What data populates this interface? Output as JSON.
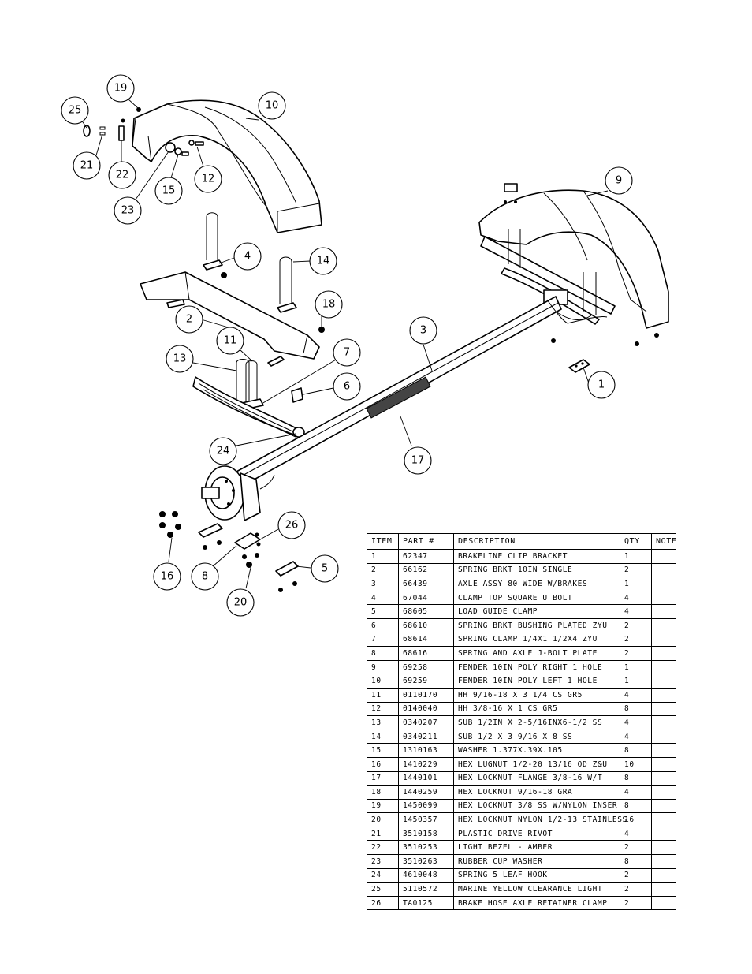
{
  "callouts": [
    "19",
    "10",
    "25",
    "21",
    "22",
    "23",
    "15",
    "12",
    "9",
    "4",
    "14",
    "18",
    "2",
    "3",
    "11",
    "13",
    "7",
    "6",
    "1",
    "24",
    "17",
    "26",
    "16",
    "8",
    "5",
    "20"
  ],
  "table": {
    "headers": [
      "ITEM",
      "PART #",
      "DESCRIPTION",
      "QTY",
      "NOTE"
    ],
    "rows": [
      [
        "1",
        "62347",
        "BRAKELINE CLIP BRACKET",
        "1",
        ""
      ],
      [
        "2",
        "66162",
        "SPRING BRKT  10IN SINGLE",
        "2",
        ""
      ],
      [
        "3",
        "66439",
        "AXLE ASSY 80 WIDE W/BRAKES",
        "1",
        ""
      ],
      [
        "4",
        "67044",
        "CLAMP TOP SQUARE U BOLT",
        "4",
        ""
      ],
      [
        "5",
        "68605",
        "LOAD GUIDE CLAMP",
        "4",
        ""
      ],
      [
        "6",
        "68610",
        "SPRING BRKT BUSHING PLATED ZYU",
        "2",
        ""
      ],
      [
        "7",
        "68614",
        "SPRING CLAMP   1/4X1 1/2X4  ZYU",
        "2",
        ""
      ],
      [
        "8",
        "68616",
        "SPRING AND AXLE J-BOLT PLATE",
        "2",
        ""
      ],
      [
        "9",
        "69258",
        "FENDER  10IN POLY RIGHT 1 HOLE",
        "1",
        ""
      ],
      [
        "10",
        "69259",
        "FENDER  10IN POLY LEFT 1 HOLE",
        "1",
        ""
      ],
      [
        "11",
        "0110170",
        "HH 9/16-18 X 3 1/4 CS GR5",
        "4",
        ""
      ],
      [
        "12",
        "0140040",
        "HH 3/8-16 X 1 CS GR5",
        "8",
        ""
      ],
      [
        "13",
        "0340207",
        "SUB 1/2IN X 2-5/16INX6-1/2 SS",
        "4",
        ""
      ],
      [
        "14",
        "0340211",
        "SUB 1/2 X 3 9/16 X 8 SS",
        "4",
        ""
      ],
      [
        "15",
        "1310163",
        "WASHER 1.377X.39X.105",
        "8",
        ""
      ],
      [
        "16",
        "1410229",
        "HEX LUGNUT 1/2-20 13/16 OD Z&U",
        "10",
        ""
      ],
      [
        "17",
        "1440101",
        "HEX LOCKNUT FLANGE 3/8-16 W/T",
        "8",
        ""
      ],
      [
        "18",
        "1440259",
        "HEX LOCKNUT 9/16-18 GRA",
        "4",
        ""
      ],
      [
        "19",
        "1450099",
        "HEX LOCKNUT 3/8 SS W/NYLON INSER",
        "8",
        ""
      ],
      [
        "20",
        "1450357",
        "HEX LOCKNUT NYLON 1/2-13 STAINLESS",
        "16",
        ""
      ],
      [
        "21",
        "3510158",
        "PLASTIC DRIVE RIVOT",
        "4",
        ""
      ],
      [
        "22",
        "3510253",
        "LIGHT BEZEL - AMBER",
        "2",
        ""
      ],
      [
        "23",
        "3510263",
        "RUBBER CUP WASHER",
        "8",
        ""
      ],
      [
        "24",
        "4610048",
        "SPRING  5 LEAF HOOK",
        "2",
        ""
      ],
      [
        "25",
        "5110572",
        "MARINE YELLOW CLEARANCE LIGHT",
        "2",
        ""
      ],
      [
        "26",
        "TA0125",
        "BRAKE HOSE AXLE RETAINER CLAMP",
        "2",
        ""
      ]
    ]
  },
  "colors": {
    "line": "#000000",
    "background": "#ffffff",
    "link": "#1a1aff"
  }
}
